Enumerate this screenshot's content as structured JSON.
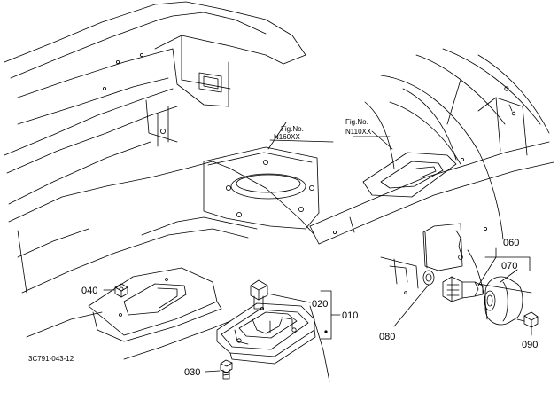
{
  "figure_refs": [
    {
      "line1": "Fig.No.",
      "line2": "N160XX"
    },
    {
      "line1": "Fig.No.",
      "line2": "N110XX"
    }
  ],
  "callouts": {
    "c010": "010",
    "c020": "020",
    "c030": "030",
    "c040": "040",
    "c060": "060",
    "c070": "070",
    "c080": "080",
    "c090": "090"
  },
  "drawing_code": "3C791-043-12"
}
